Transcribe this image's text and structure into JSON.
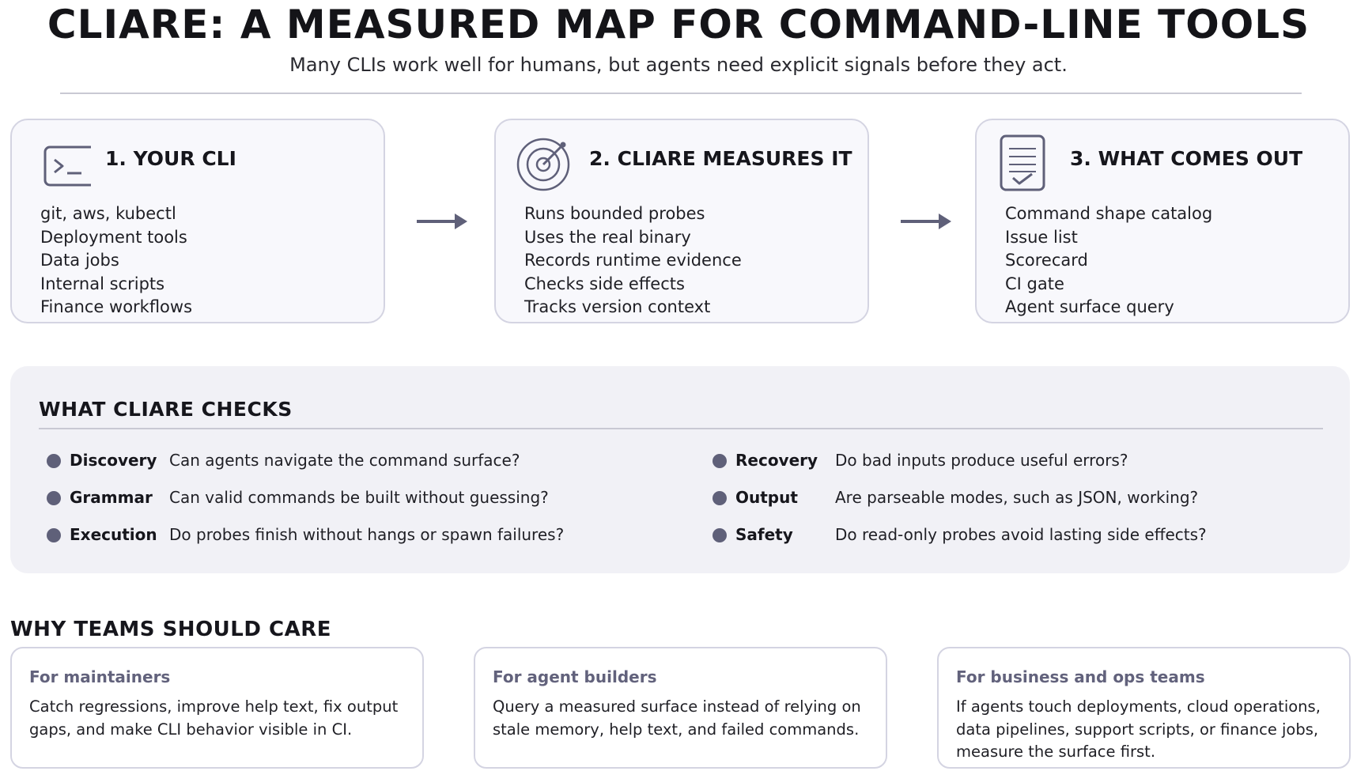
{
  "header": {
    "title": "CLIARE: A MEASURED MAP FOR COMMAND-LINE TOOLS",
    "subtitle": "Many CLIs work well for humans, but agents need explicit signals before they act."
  },
  "colors": {
    "accent": "#5f6079",
    "card_border": "#d4d4e2",
    "panel_bg": "#f1f1f6",
    "card_title": "#62627c"
  },
  "steps": [
    {
      "title": "1. YOUR CLI",
      "icon": "terminal-icon",
      "items": [
        "git, aws, kubectl",
        "Deployment tools",
        "Data jobs",
        "Internal scripts",
        "Finance workflows"
      ]
    },
    {
      "title": "2. CLIARE MEASURES IT",
      "icon": "radar-icon",
      "items": [
        "Runs bounded probes",
        "Uses the real binary",
        "Records runtime evidence",
        "Checks side effects",
        "Tracks version context"
      ]
    },
    {
      "title": "3. WHAT COMES OUT",
      "icon": "checklist-document-icon",
      "items": [
        "Command shape catalog",
        "Issue list",
        "Scorecard",
        "CI gate",
        "Agent surface query"
      ]
    }
  ],
  "checks": {
    "title": "WHAT CLIARE CHECKS",
    "items": [
      {
        "name": "Discovery",
        "question": "Can agents navigate the command surface?"
      },
      {
        "name": "Grammar",
        "question": "Can valid commands be built without guessing?"
      },
      {
        "name": "Execution",
        "question": "Do probes finish without hangs or spawn failures?"
      },
      {
        "name": "Recovery",
        "question": "Do bad inputs produce useful errors?"
      },
      {
        "name": "Output",
        "question": "Are parseable modes, such as JSON, working?"
      },
      {
        "name": "Safety",
        "question": "Do read-only probes avoid lasting side effects?"
      }
    ]
  },
  "why": {
    "title": "WHY TEAMS SHOULD CARE",
    "cards": [
      {
        "title": "For maintainers",
        "body": "Catch regressions, improve help text, fix output gaps, and make CLI behavior visible in CI."
      },
      {
        "title": "For agent builders",
        "body": "Query a measured surface instead of relying on stale memory, help text, and failed commands."
      },
      {
        "title": "For business and ops teams",
        "body": "If agents touch deployments, cloud operations, data pipelines, support scripts, or finance jobs, measure the surface first."
      }
    ]
  }
}
